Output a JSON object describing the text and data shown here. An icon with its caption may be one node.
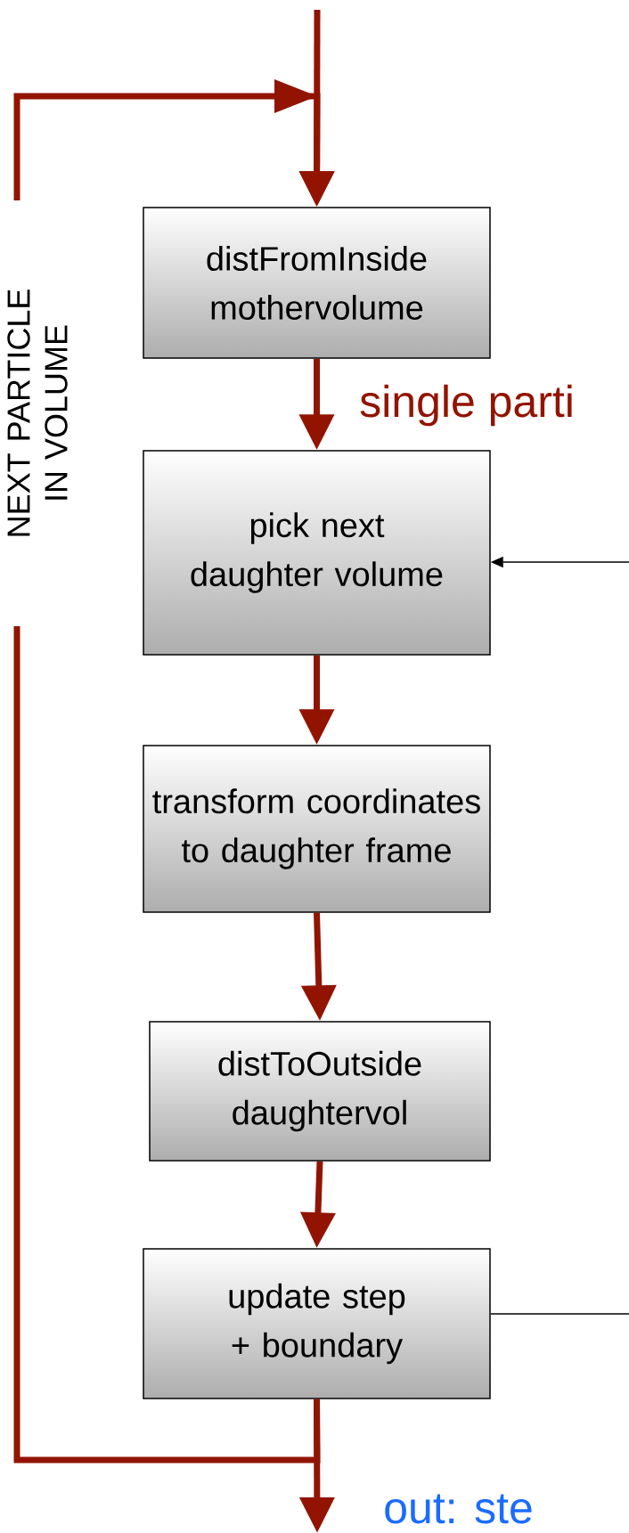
{
  "diagram": {
    "nodes": [
      {
        "text": [
          "distFromInside mothervolume"
        ]
      },
      {
        "text": [
          "pick next daughter volume"
        ]
      },
      {
        "text": [
          "transform coordinates to daughter frame"
        ]
      },
      {
        "text": [
          "distToOutside daughtervol"
        ]
      },
      {
        "text": [
          "update step + boundary"
        ]
      }
    ],
    "edges": [
      {
        "from": null,
        "to": 0,
        "arrow": "to"
      },
      {
        "from": 0,
        "to": 1,
        "arrow": "to"
      },
      {
        "from": 1,
        "to": 2,
        "arrow": "to"
      },
      {
        "from": 2,
        "to": 3,
        "arrow": "to"
      },
      {
        "from": 3,
        "to": 4,
        "arrow": "to"
      },
      {
        "from": 4,
        "to": null,
        "arrow": "to"
      },
      {
        "from": 4,
        "to": 0,
        "arrow": "to",
        "label": "NEXT PARTICLE IN VOLUME"
      },
      {
        "from": null,
        "to": 1,
        "arrow": "to",
        "color": "#000000"
      },
      {
        "from": 4,
        "to": null,
        "arrow": "none",
        "color": "#000000"
      }
    ],
    "labels": [
      "single parti",
      "out: ste"
    ]
  }
}
